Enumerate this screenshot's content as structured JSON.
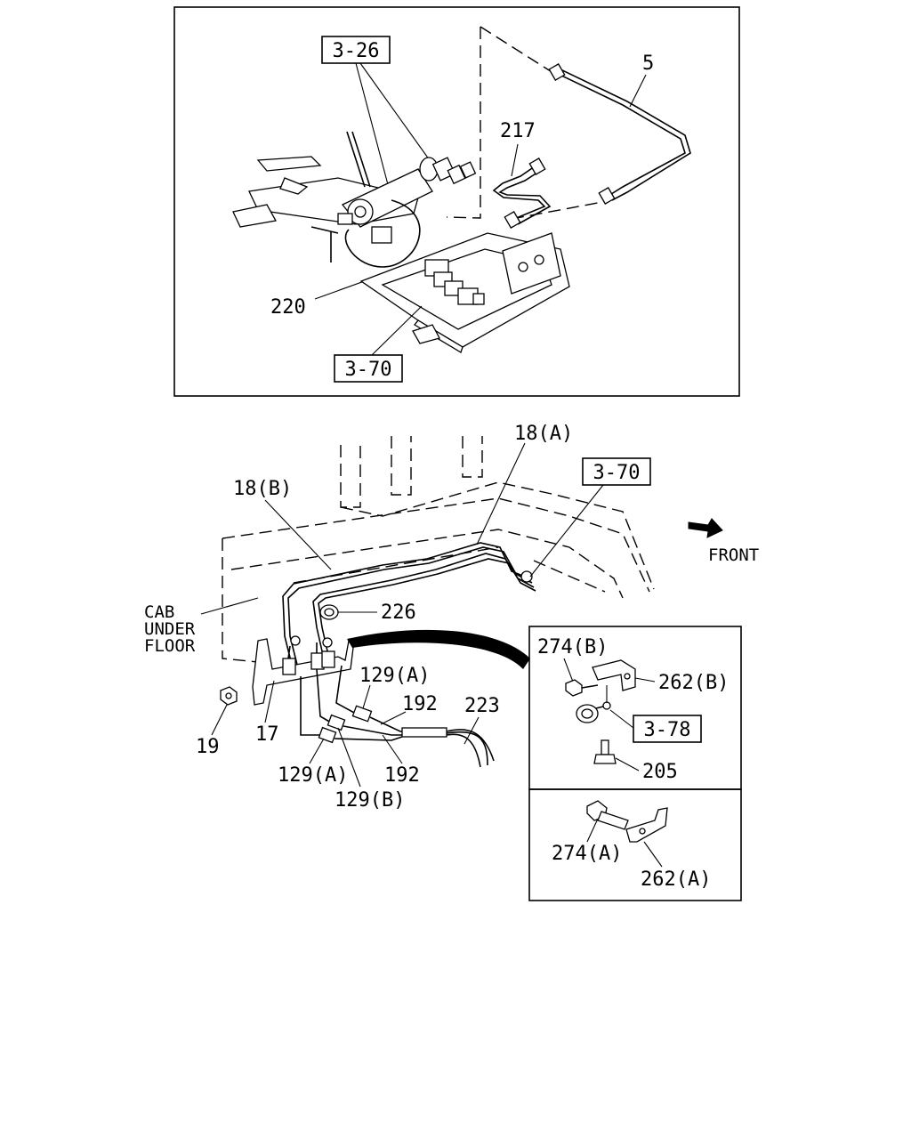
{
  "top_view": {
    "ref_box_1": "3-26",
    "ref_box_2": "3-70",
    "labels": {
      "pipe": "5",
      "pipe2": "217",
      "hose": "220"
    }
  },
  "bottom_view": {
    "label_18a": "18(A)",
    "label_18b": "18(B)",
    "ref_box": "3-70",
    "front_label": "FRONT",
    "cab_label": [
      "CAB",
      "UNDER",
      "FLOOR"
    ],
    "label_226": "226",
    "label_129a_top": "129(A)",
    "label_192_top": "192",
    "label_223": "223",
    "label_19": "19",
    "label_17": "17",
    "label_129a_bot": "129(A)",
    "label_192_bot": "192",
    "label_129b": "129(B)"
  },
  "inset_1": {
    "label_274b": "274(B)",
    "label_262b": "262(B)",
    "ref_box": "3-78",
    "label_205": "205"
  },
  "inset_2": {
    "label_274a": "274(A)",
    "label_262a": "262(A)"
  }
}
